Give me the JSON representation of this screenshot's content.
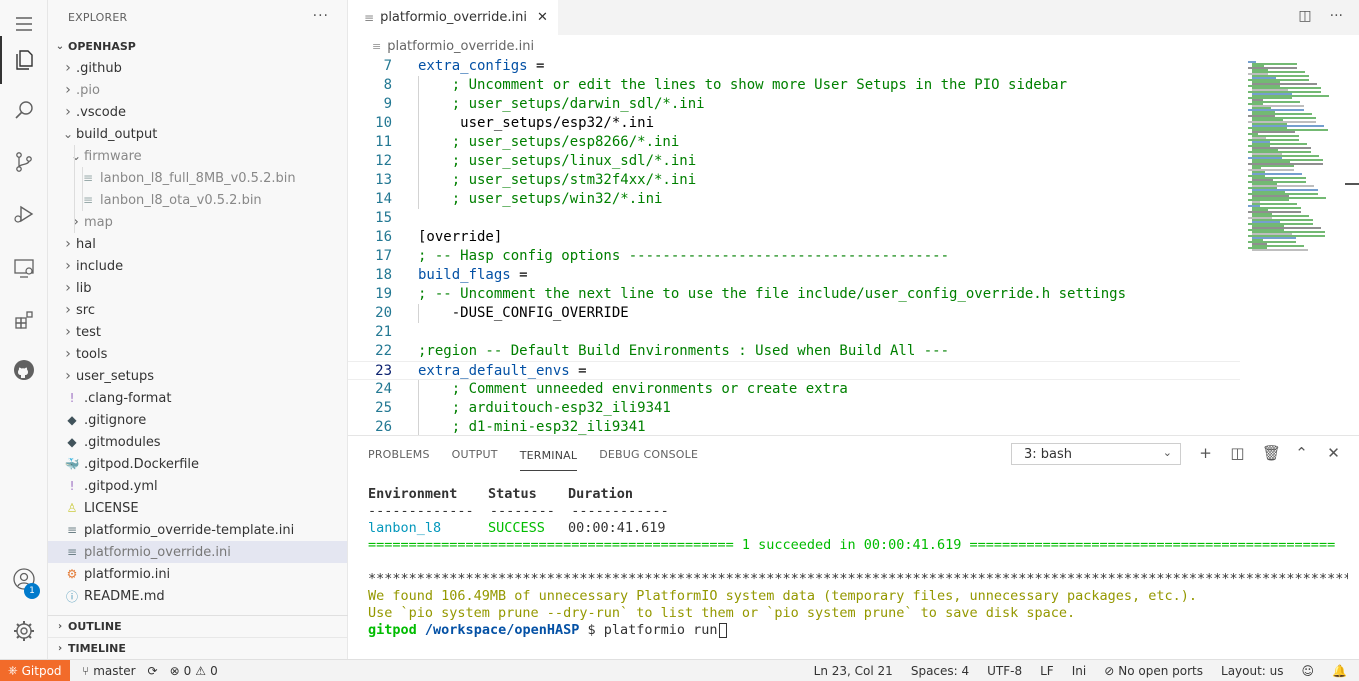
{
  "activity_bar": {
    "items": [
      {
        "icon": "menu-icon"
      },
      {
        "icon": "explorer-icon",
        "active": true
      },
      {
        "icon": "search-icon"
      },
      {
        "icon": "source-control-icon"
      },
      {
        "icon": "run-debug-icon"
      },
      {
        "icon": "remote-explorer-icon"
      },
      {
        "icon": "extensions-icon"
      },
      {
        "icon": "github-icon"
      }
    ],
    "accounts_badge": "1"
  },
  "sidebar": {
    "title": "EXPLORER",
    "more": "···",
    "root": "OPENHASP",
    "tree": [
      {
        "label": ".github",
        "type": "folder",
        "depth": 1,
        "expanded": false
      },
      {
        "label": ".pio",
        "type": "folder",
        "depth": 1,
        "expanded": false,
        "dim": true
      },
      {
        "label": ".vscode",
        "type": "folder",
        "depth": 1,
        "expanded": false
      },
      {
        "label": "build_output",
        "type": "folder",
        "depth": 1,
        "expanded": true
      },
      {
        "label": "firmware",
        "type": "folder",
        "depth": 2,
        "expanded": true,
        "dim": true
      },
      {
        "label": "lanbon_l8_full_8MB_v0.5.2.bin",
        "type": "file",
        "depth": 3,
        "dim": true,
        "icon": "≡"
      },
      {
        "label": "lanbon_l8_ota_v0.5.2.bin",
        "type": "file",
        "depth": 3,
        "dim": true,
        "icon": "≡"
      },
      {
        "label": "map",
        "type": "folder",
        "depth": 2,
        "expanded": false,
        "dim": true
      },
      {
        "label": "hal",
        "type": "folder",
        "depth": 1,
        "expanded": false
      },
      {
        "label": "include",
        "type": "folder",
        "depth": 1,
        "expanded": false
      },
      {
        "label": "lib",
        "type": "folder",
        "depth": 1,
        "expanded": false
      },
      {
        "label": "src",
        "type": "folder",
        "depth": 1,
        "expanded": false
      },
      {
        "label": "test",
        "type": "folder",
        "depth": 1,
        "expanded": false
      },
      {
        "label": "tools",
        "type": "folder",
        "depth": 1,
        "expanded": false
      },
      {
        "label": "user_setups",
        "type": "folder",
        "depth": 1,
        "expanded": false
      },
      {
        "label": ".clang-format",
        "type": "file",
        "depth": 1,
        "icon": "!",
        "icon_color": "#a074c4"
      },
      {
        "label": ".gitignore",
        "type": "file",
        "depth": 1,
        "icon": "◆",
        "icon_color": "#41535b"
      },
      {
        "label": ".gitmodules",
        "type": "file",
        "depth": 1,
        "icon": "◆",
        "icon_color": "#41535b"
      },
      {
        "label": ".gitpod.Dockerfile",
        "type": "file",
        "depth": 1,
        "icon": "🐳",
        "icon_color": "#519aba"
      },
      {
        "label": ".gitpod.yml",
        "type": "file",
        "depth": 1,
        "icon": "!",
        "icon_color": "#a074c4"
      },
      {
        "label": "LICENSE",
        "type": "file",
        "depth": 1,
        "icon": "♙",
        "icon_color": "#cbcb41"
      },
      {
        "label": "platformio_override-template.ini",
        "type": "file",
        "depth": 1,
        "icon": "≡",
        "icon_color": "#6d8086"
      },
      {
        "label": "platformio_override.ini",
        "type": "file",
        "depth": 1,
        "icon": "≡",
        "icon_color": "#6d8086",
        "selected": true
      },
      {
        "label": "platformio.ini",
        "type": "file",
        "depth": 1,
        "icon": "⚙",
        "icon_color": "#e37933"
      },
      {
        "label": "README.md",
        "type": "file",
        "depth": 1,
        "icon": "ⓘ",
        "icon_color": "#519aba"
      }
    ],
    "outline": "OUTLINE",
    "timeline": "TIMELINE"
  },
  "editor": {
    "tab_label": "platformio_override.ini",
    "breadcrumb": "platformio_override.ini",
    "lines": [
      {
        "n": "7",
        "parts": [
          {
            "t": "extra_configs",
            "c": "key"
          },
          {
            "t": " =",
            "c": "plain"
          }
        ]
      },
      {
        "n": "8",
        "parts": [
          {
            "t": "    ; Uncomment or edit the lines to show more User Setups in the PIO sidebar",
            "c": "cmt"
          }
        ]
      },
      {
        "n": "9",
        "parts": [
          {
            "t": "    ; user_setups/darwin_sdl/*.ini",
            "c": "cmt"
          }
        ]
      },
      {
        "n": "10",
        "parts": [
          {
            "t": "     user_setups/esp32/*.ini",
            "c": "plain"
          }
        ]
      },
      {
        "n": "11",
        "parts": [
          {
            "t": "    ; user_setups/esp8266/*.ini",
            "c": "cmt"
          }
        ]
      },
      {
        "n": "12",
        "parts": [
          {
            "t": "    ; user_setups/linux_sdl/*.ini",
            "c": "cmt"
          }
        ]
      },
      {
        "n": "13",
        "parts": [
          {
            "t": "    ; user_setups/stm32f4xx/*.ini",
            "c": "cmt"
          }
        ]
      },
      {
        "n": "14",
        "parts": [
          {
            "t": "    ; user_setups/win32/*.ini",
            "c": "cmt"
          }
        ]
      },
      {
        "n": "15",
        "parts": [
          {
            "t": "",
            "c": "plain"
          }
        ]
      },
      {
        "n": "16",
        "parts": [
          {
            "t": "[override]",
            "c": "plain"
          }
        ]
      },
      {
        "n": "17",
        "parts": [
          {
            "t": "; -- Hasp config options --------------------------------------",
            "c": "cmt"
          }
        ]
      },
      {
        "n": "18",
        "parts": [
          {
            "t": "build_flags",
            "c": "key"
          },
          {
            "t": " =",
            "c": "plain"
          }
        ]
      },
      {
        "n": "19",
        "parts": [
          {
            "t": "; -- Uncomment the next line to use the file include/user_config_override.h settings",
            "c": "cmt"
          }
        ]
      },
      {
        "n": "20",
        "parts": [
          {
            "t": "    -DUSE_CONFIG_OVERRIDE",
            "c": "plain"
          }
        ]
      },
      {
        "n": "21",
        "parts": [
          {
            "t": "",
            "c": "plain"
          }
        ]
      },
      {
        "n": "22",
        "parts": [
          {
            "t": ";region -- Default Build Environments : Used when Build All ---",
            "c": "cmt"
          }
        ]
      },
      {
        "n": "23",
        "parts": [
          {
            "t": "extra_default_envs",
            "c": "key"
          },
          {
            "t": " =",
            "c": "plain"
          }
        ],
        "current": true
      },
      {
        "n": "24",
        "parts": [
          {
            "t": "    ; Comment unneeded environments or create extra",
            "c": "cmt"
          }
        ]
      },
      {
        "n": "25",
        "parts": [
          {
            "t": "    ; arduitouch-esp32_ili9341",
            "c": "cmt"
          }
        ]
      },
      {
        "n": "26",
        "parts": [
          {
            "t": "    ; d1-mini-esp32_ili9341",
            "c": "cmt"
          }
        ]
      }
    ]
  },
  "panel": {
    "tabs": [
      "PROBLEMS",
      "OUTPUT",
      "TERMINAL",
      "DEBUG CONSOLE"
    ],
    "active_tab": "TERMINAL",
    "terminal_select": "3: bash",
    "actions": [
      "add-terminal-icon",
      "split-terminal-icon",
      "trash-icon",
      "maximize-panel-icon",
      "close-panel-icon"
    ],
    "terminal": {
      "header": [
        "Environment",
        "Status",
        "Duration"
      ],
      "separator": "-------------  --------  ------------",
      "row": {
        "env": "lanbon_l8",
        "status": "SUCCESS",
        "duration": "00:00:41.619"
      },
      "summary": "============================================= 1 succeeded in 00:00:41.619 =============================================",
      "stars": "**************************************************************************************************************************",
      "warn1": "We found 106.49MB of unnecessary PlatformIO system data (temporary files, unnecessary packages, etc.).",
      "warn2": "Use `pio system prune --dry-run` to list them or `pio system prune` to save disk space.",
      "prompt_user": "gitpod",
      "prompt_path": "/workspace/openHASP",
      "prompt_sym": " $ ",
      "command": "platformio run"
    }
  },
  "statusbar": {
    "remote": "Gitpod",
    "branch": "master",
    "errors": "0",
    "warnings": "0",
    "position": "Ln 23, Col 21",
    "spaces": "Spaces: 4",
    "encoding": "UTF-8",
    "eol": "LF",
    "language": "Ini",
    "ports": "No open ports",
    "layout": "Layout: us"
  }
}
